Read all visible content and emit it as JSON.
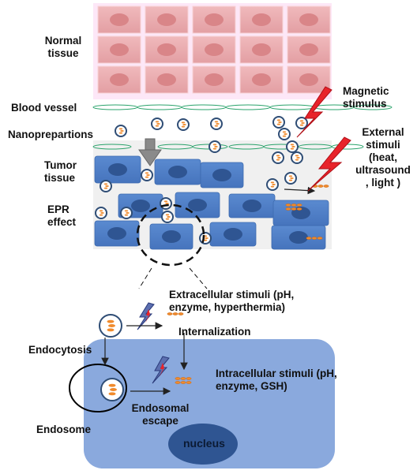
{
  "labels": {
    "normal_tissue": "Normal\ntissue",
    "blood_vessel": "Blood vessel",
    "nanopreparations": "Nanoprepartions",
    "tumor_tissue": "Tumor\ntissue",
    "epr_effect": "EPR\neffect",
    "magnetic_stimulus": "Magnetic\nstimulus",
    "external_stimuli": "External\nstimuli\n(heat,\nultrasound\n, light )",
    "extracellular_stimuli": "Extracellular stimuli (pH,\nenzyme, hyperthermia)",
    "internalization": "Internalization",
    "endocytosis": "Endocytosis",
    "intracellular_stimuli": "Intracellular stimuli (pH,\nenzyme, GSH)",
    "endosomal_escape": "Endosomal\nescape",
    "endosome": "Endosome",
    "nucleus": "nucleus"
  },
  "colors": {
    "normal_bg": "#fde7f7",
    "normal_cell": "#e8a9ad",
    "normal_nucleus": "#d98588",
    "tumor_bg": "#f0f0f0",
    "tumor_cell": "#4f7fc6",
    "tumor_nucleus": "#2f5592",
    "vessel": "#2aa36b",
    "nanoparticle_ring": "#2f4d75",
    "drug": "#f08a2c",
    "lightning_red": "#e8232a",
    "large_cell": "#8aa9dd",
    "large_nucleus": "#2f5592"
  }
}
